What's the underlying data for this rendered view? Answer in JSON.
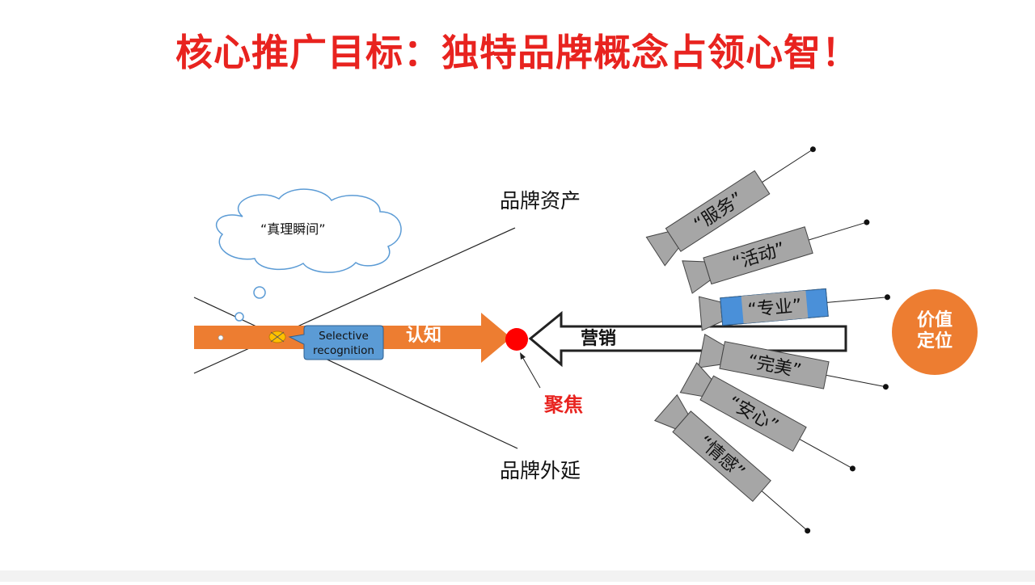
{
  "title": "核心推广目标：独特品牌概念占领心智！",
  "labels": {
    "brand_assets": "品牌资产",
    "brand_extension": "品牌外延",
    "thought_bubble": "“真理瞬间”",
    "selective_line1": "Selective",
    "selective_line2": "recognition",
    "cognition": "认知",
    "marketing": "营销",
    "focus": "聚焦",
    "value_line1": "价值",
    "value_line2": "定位"
  },
  "syringes": [
    {
      "label": "“服务”",
      "highlight": false
    },
    {
      "label": "“活动”",
      "highlight": false
    },
    {
      "label": "“专业”",
      "highlight": true
    },
    {
      "label": "“完美”",
      "highlight": false
    },
    {
      "label": "“安心”",
      "highlight": false
    },
    {
      "label": "“情感”",
      "highlight": false
    }
  ],
  "colors": {
    "title": "#e8231f",
    "orange_arrow": "#ed7d31",
    "value_circle": "#ed7d31",
    "focus_point": "#ff0000",
    "syringe_body": "#a6a6a6",
    "syringe_highlight": "#4a90d9",
    "callout": "#5b9bd5"
  }
}
